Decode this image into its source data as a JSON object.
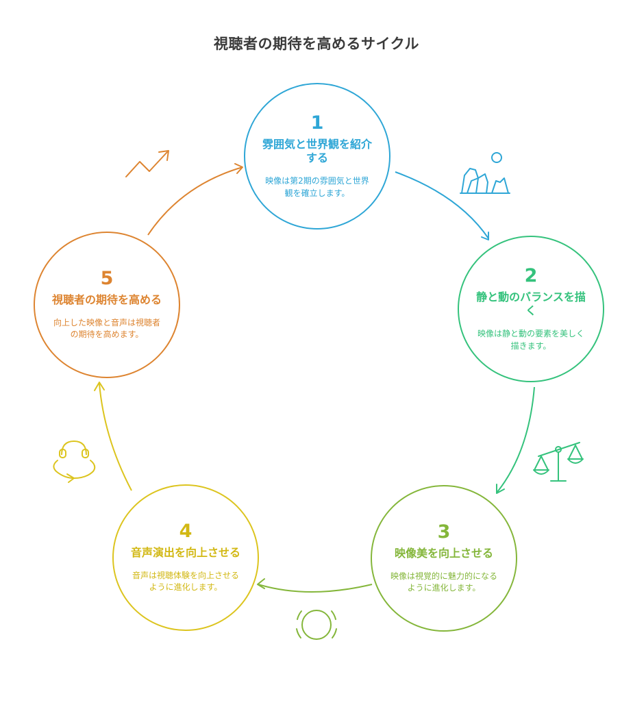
{
  "title": "視聴者の期待を高めるサイクル",
  "steps": [
    {
      "number": "1",
      "heading": "雰囲気と世界観を紹介する",
      "description": "映像は第2期の雰囲気と世界観を確立します。",
      "color": "#2ea6d6",
      "icon": "landscape-icon"
    },
    {
      "number": "2",
      "heading": "静と動のバランスを描く",
      "description": "映像は静と動の要素を美しく描きます。",
      "color": "#34c27c",
      "icon": "balance-scale-icon"
    },
    {
      "number": "3",
      "heading": "映像美を向上させる",
      "description": "映像は視覚的に魅力的になるように進化します。",
      "color": "#84b63a",
      "icon": "circle-glow-icon"
    },
    {
      "number": "4",
      "heading": "音声演出を向上させる",
      "description": "音声は視聴体験を向上させるように進化します。",
      "color": "#dcc41e",
      "icon": "headphones-icon"
    },
    {
      "number": "5",
      "heading": "視聴者の期待を高める",
      "description": "向上した映像と音声は視聴者の期待を高めます。",
      "color": "#dd8430",
      "icon": "trend-up-icon"
    }
  ]
}
